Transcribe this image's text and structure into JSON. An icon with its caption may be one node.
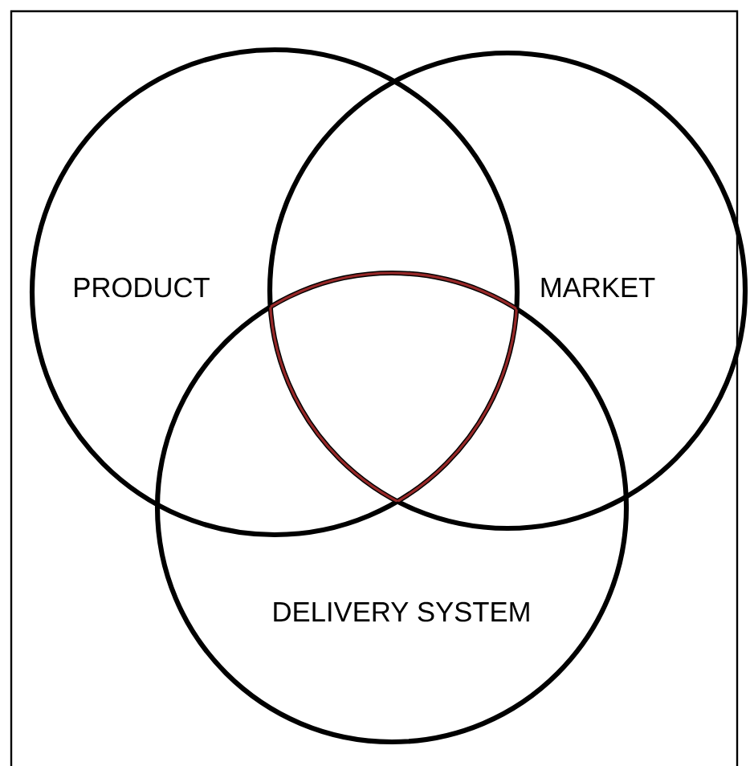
{
  "diagram": {
    "nodes": [
      {
        "text": [
          "PRODUCT"
        ]
      },
      {
        "text": [
          "MARKET"
        ]
      },
      {
        "text": [
          "DELIVERY SYSTEM"
        ]
      }
    ]
  }
}
